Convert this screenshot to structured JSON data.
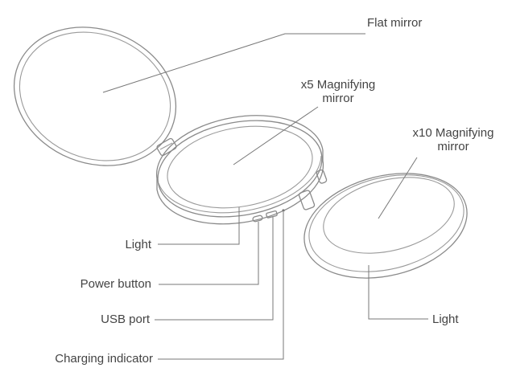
{
  "labels": {
    "flat_mirror": "Flat mirror",
    "x5_line1": "x5 Magnifying",
    "x5_line2": "mirror",
    "x10_line1": "x10 Magnifying",
    "x10_line2": "mirror",
    "light_left": "Light",
    "power_button": "Power button",
    "usb_port": "USB port",
    "charging_indicator": "Charging indicator",
    "light_right": "Light"
  },
  "colors": {
    "text": "#444444",
    "line": "#8a8a8a"
  }
}
